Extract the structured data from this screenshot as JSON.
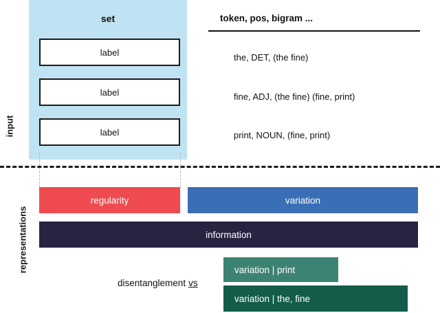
{
  "sections": {
    "input_label": "input",
    "representations_label": "representations"
  },
  "input": {
    "set_title": "set",
    "label_boxes": [
      {
        "text": "label"
      },
      {
        "text": "label"
      },
      {
        "text": "label"
      }
    ],
    "feature_header": "token, pos, bigram ...",
    "feature_rows": [
      {
        "text": "the, DET,  (the fine)"
      },
      {
        "text": "fine, ADJ,  (the fine) (fine, print)"
      },
      {
        "text": "print, NOUN,  (fine, print)"
      }
    ]
  },
  "representations": {
    "bars": [
      {
        "label": "regularity",
        "color": "#ee4a4f"
      },
      {
        "label": "variation",
        "color": "#3a6eb5"
      },
      {
        "label": "information",
        "color": "#272340"
      },
      {
        "label": "variation | print",
        "color": "#3d8373"
      },
      {
        "label": "variation | the, fine",
        "color": "#135c49"
      }
    ],
    "disentanglement_label": "disentanglement",
    "vs_label": "vs"
  },
  "colors": {
    "panel_blue": "#bfe3f2",
    "regularity_red": "#ee4a4f",
    "variation_blue": "#3a6eb5",
    "information_navy": "#272340",
    "variation_print_green": "#3d8373",
    "variation_thefine_green": "#135c49",
    "divider": "#1b1b1b",
    "connector": "#aeb4b8"
  }
}
